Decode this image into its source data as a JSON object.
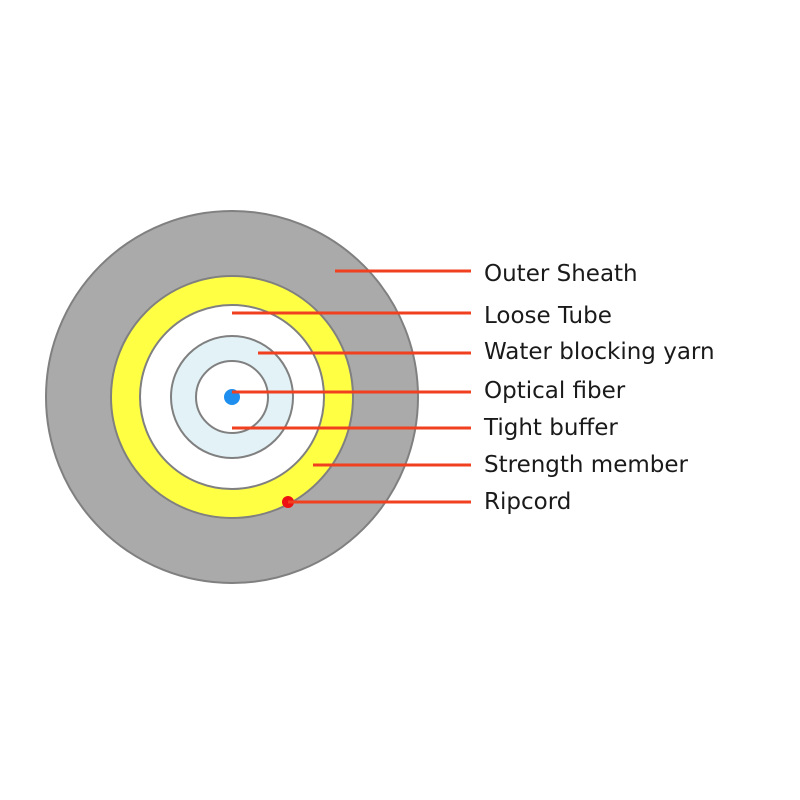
{
  "colors": {
    "outer_sheath": "#aaaaaa",
    "strength_member": "#ffff44",
    "loose_tube": "#ffffff",
    "water_blocking_yarn": "#e2f2f6",
    "tight_buffer": "#ffffff",
    "optical_fiber": "#1e8fef",
    "ripcord": "#ee1111",
    "leader_line": "#f04020",
    "outline": "#808080"
  },
  "labels": {
    "outer_sheath": "Outer Sheath",
    "loose_tube": "Loose Tube",
    "water_blocking_yarn": "Water blocking yarn",
    "optical_fiber": "Optical fiber",
    "tight_buffer": "Tight buffer",
    "strength_member": "Strength member",
    "ripcord": "Ripcord"
  }
}
